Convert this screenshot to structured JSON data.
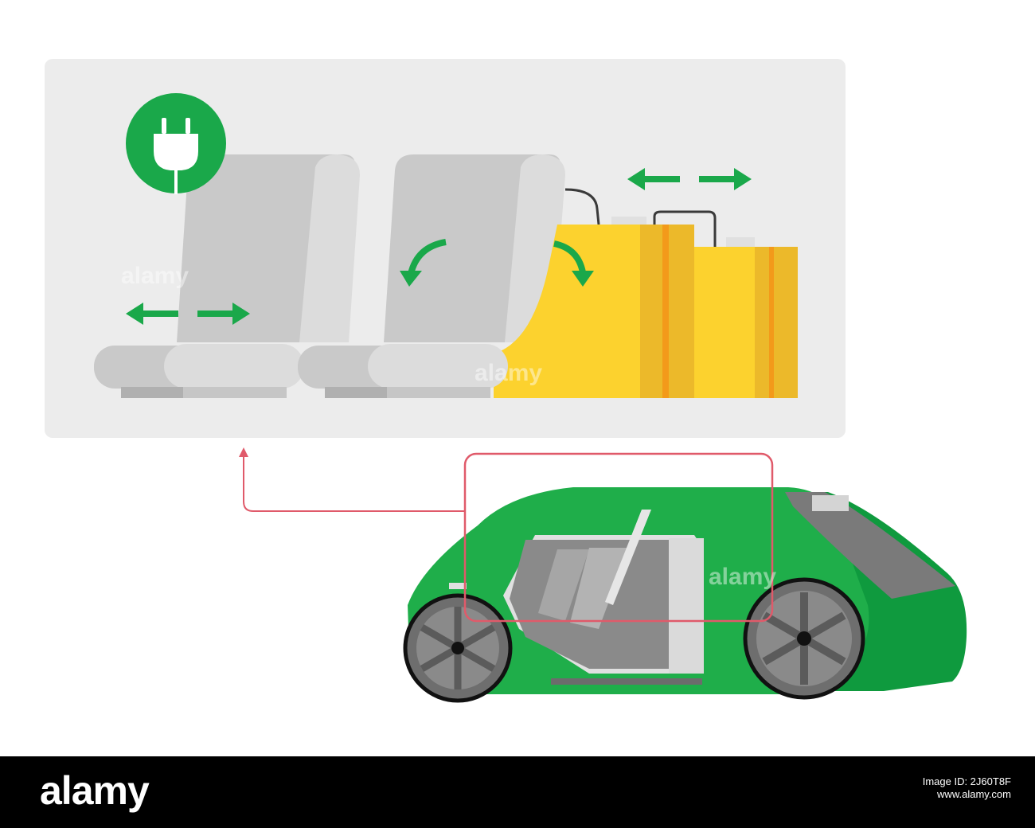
{
  "watermark": {
    "text": "alamy"
  },
  "footer": {
    "logo": "alamy",
    "image_id_line": "Image ID: 2J60T8F",
    "site_line": "www.alamy.com"
  },
  "colors": {
    "car_green": "#1fae4a",
    "car_green_dark": "#0f9a3e",
    "icon_green": "#1aa84a",
    "panel_bg": "#ececec",
    "seat_gray": "#c9c9c9",
    "luggage_yellow": "#fcd22e",
    "luggage_gold": "#ecb92a",
    "stripe_orange": "#f39a1a",
    "callout_red": "#e05a6a",
    "footer_bg": "#000000"
  },
  "icons": [
    "plug-icon",
    "double-arrow-icon",
    "rotate-arrow-icon",
    "callout-arrow-icon"
  ]
}
